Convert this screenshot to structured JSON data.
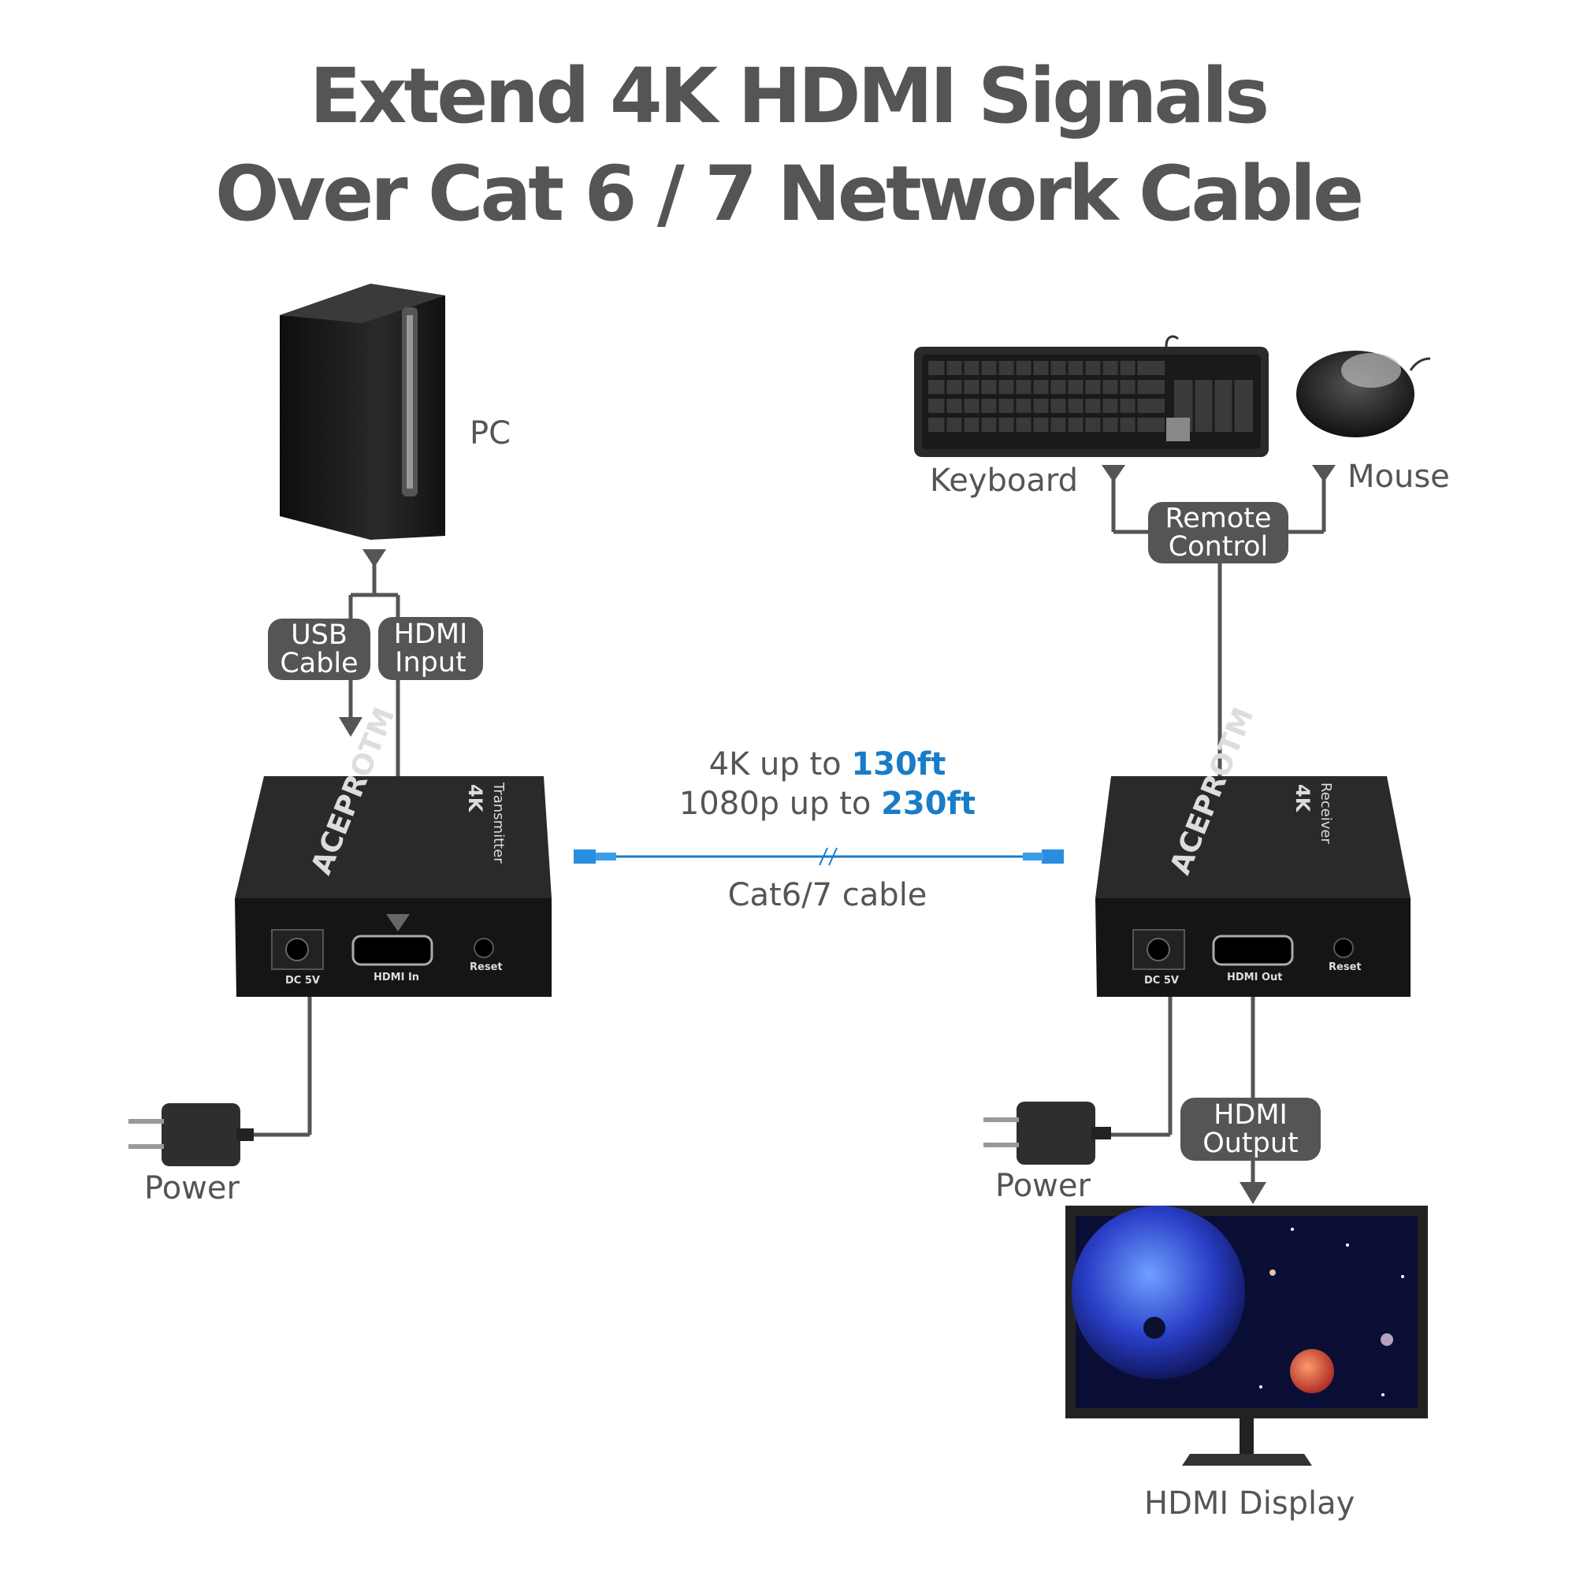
{
  "title": {
    "line1": "Extend 4K HDMI Signals",
    "line2": "Over Cat 6 / 7 Network Cable"
  },
  "labels": {
    "pc": "PC",
    "keyboard": "Keyboard",
    "mouse": "Mouse",
    "power_left": "Power",
    "power_right": "Power",
    "display": "HDMI Display"
  },
  "pills": {
    "usb_line1": "USB",
    "usb_line2": "Cable",
    "hdmi_in_line1": "HDMI",
    "hdmi_in_line2": "Input",
    "remote_line1": "Remote",
    "remote_line2": "Control",
    "hdmi_out_line1": "HDMI",
    "hdmi_out_line2": "Output"
  },
  "specs": {
    "line1_prefix": "4K up to ",
    "line1_value": "130ft",
    "line2_prefix": "1080p up to ",
    "line2_value": "230ft",
    "cable": "Cat6/7 cable"
  },
  "transmitter": {
    "brand": "ACEPROTM",
    "res": "4K",
    "model": "Transmitter",
    "port_dc": "DC 5V",
    "port_hdmi": "HDMI In",
    "port_reset": "Reset"
  },
  "receiver": {
    "brand": "ACEPROTM",
    "res": "4K",
    "model": "Receiver",
    "port_dc": "DC 5V",
    "port_hdmi": "HDMI Out",
    "port_reset": "Reset"
  },
  "colors": {
    "text": "#555555",
    "accent": "#1a7cc7",
    "device": "#1c1c1c",
    "line": "#555555"
  }
}
